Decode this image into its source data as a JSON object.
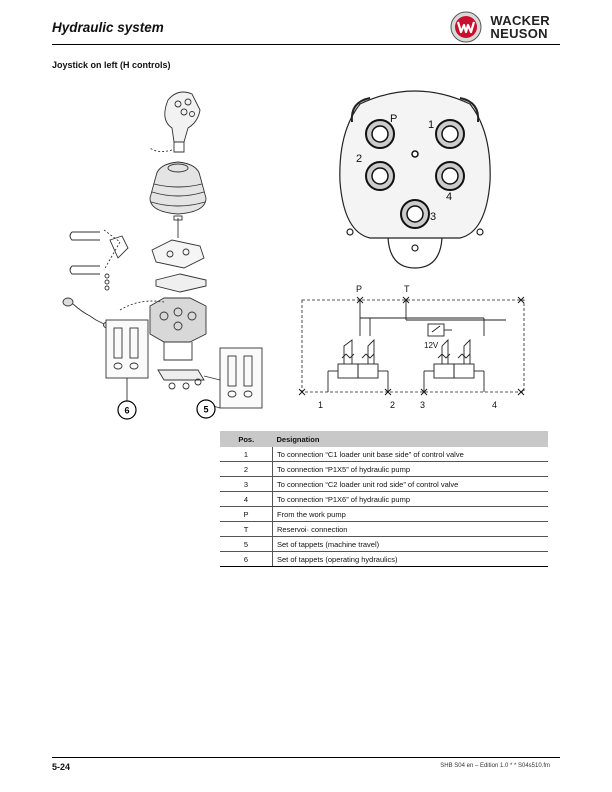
{
  "header": {
    "title": "Hydraulic system",
    "brand_line1": "WACKER",
    "brand_line2": "NEUSON"
  },
  "section": {
    "title": "Joystick on left (H controls)"
  },
  "figure_exploded": {
    "callout_6": "6",
    "callout_5": "5"
  },
  "figure_ports": {
    "label_p": "P",
    "label_1": "1",
    "label_2": "2",
    "label_3": "3",
    "label_4": "4"
  },
  "figure_schematic": {
    "label_p": "P",
    "label_t": "T",
    "label_voltage": "12V",
    "label_1": "1",
    "label_2": "2",
    "label_3": "3",
    "label_4": "4"
  },
  "table": {
    "col_pos": "Pos.",
    "col_designation": "Designation",
    "rows": [
      {
        "pos": "1",
        "designation": "To connection “C1 loader unit base side” of control valve"
      },
      {
        "pos": "2",
        "designation": "To connection “P1X5” of hydraulic pump"
      },
      {
        "pos": "3",
        "designation": "To connection “C2 loader unit rod side” of control valve"
      },
      {
        "pos": "4",
        "designation": "To connection “P1X6” of hydraulic pump"
      },
      {
        "pos": "P",
        "designation": "From the work pump"
      },
      {
        "pos": "T",
        "designation": "Reservoi· connection"
      },
      {
        "pos": "5",
        "designation": "Set of tappets (machine travel)"
      },
      {
        "pos": "6",
        "designation": "Set of tappets (operating hydraulics)"
      }
    ]
  },
  "footer": {
    "page_number": "5-24",
    "reference": "SHB S04 en – Edition 1.0 * * S04s510.fm"
  }
}
